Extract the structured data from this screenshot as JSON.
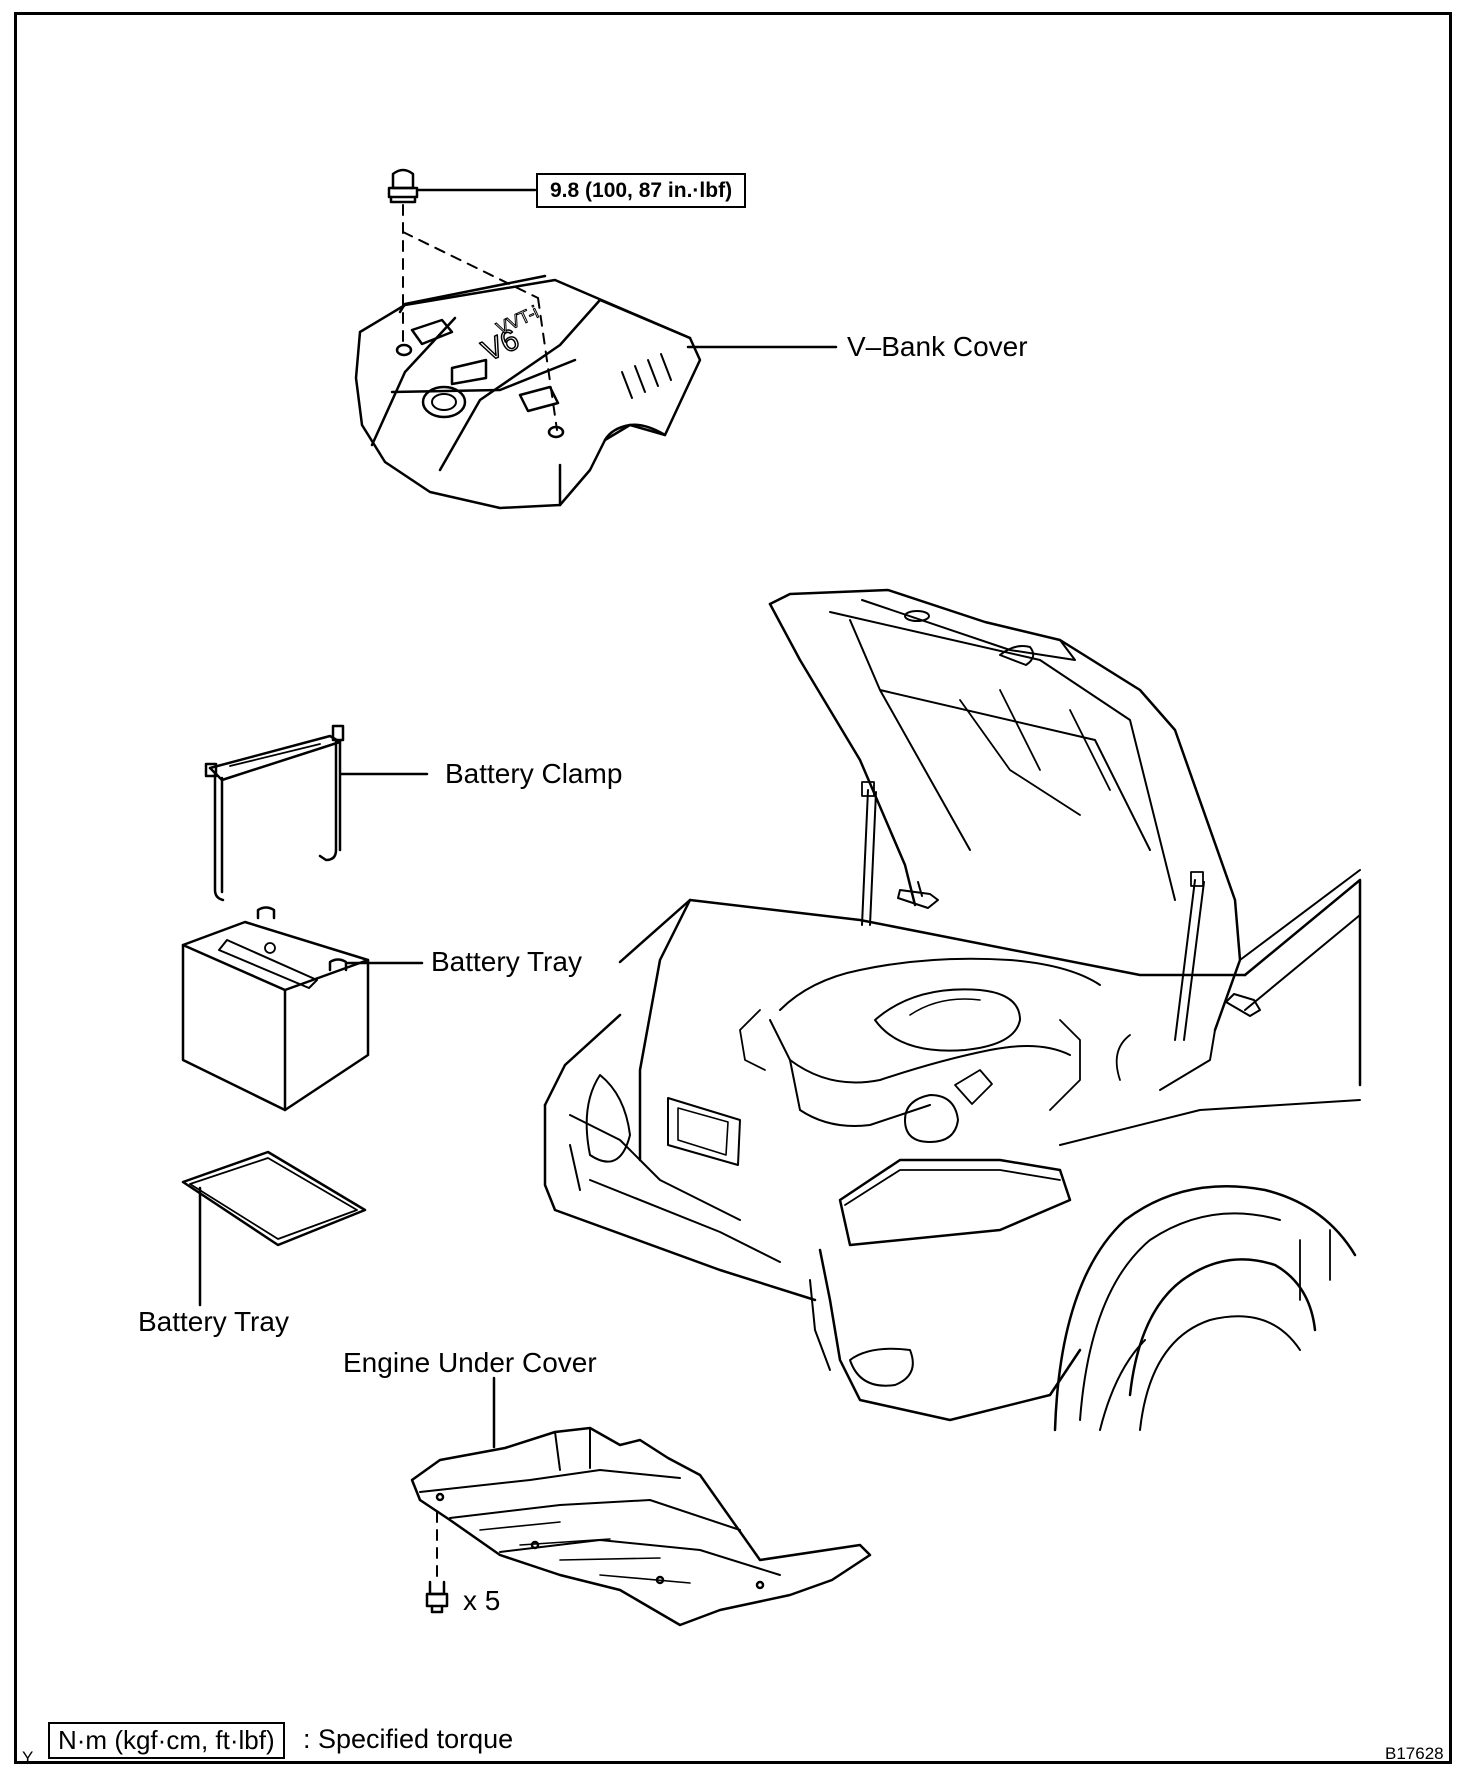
{
  "labels": {
    "torque_value": "9.8 (100, 87 in.·lbf)",
    "v_bank_cover": "V–Bank Cover",
    "battery_clamp": "Battery Clamp",
    "battery_upper": "Battery Tray",
    "battery_tray": "Battery Tray",
    "engine_under_cover": "Engine Under Cover",
    "bolt_count": "x 5"
  },
  "cover_emblem": {
    "line1": "VVT-i",
    "line2": "V6"
  },
  "legend": {
    "marker": "Y",
    "unit_box": "N·m (kgf·cm, ft·lbf)",
    "description": ": Specified torque"
  },
  "figure_id": "B17628"
}
